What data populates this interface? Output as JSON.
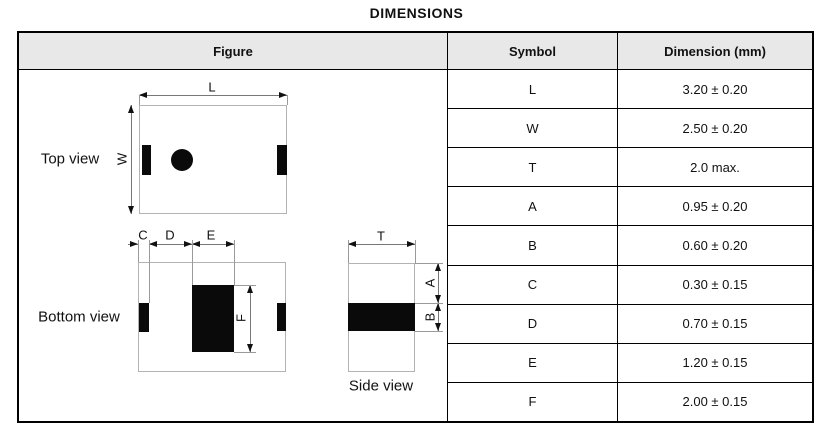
{
  "title": "DIMENSIONS",
  "table": {
    "headers": {
      "figure": "Figure",
      "symbol": "Symbol",
      "dimension": "Dimension (mm)"
    },
    "rows": [
      {
        "symbol": "L",
        "dimension": "3.20 ± 0.20"
      },
      {
        "symbol": "W",
        "dimension": "2.50 ± 0.20"
      },
      {
        "symbol": "T",
        "dimension": "2.0 max."
      },
      {
        "symbol": "A",
        "dimension": "0.95 ± 0.20"
      },
      {
        "symbol": "B",
        "dimension": "0.60 ± 0.20"
      },
      {
        "symbol": "C",
        "dimension": "0.30 ± 0.15"
      },
      {
        "symbol": "D",
        "dimension": "0.70 ± 0.15"
      },
      {
        "symbol": "E",
        "dimension": "1.20 ± 0.15"
      },
      {
        "symbol": "F",
        "dimension": "2.00 ± 0.15"
      }
    ]
  },
  "figure": {
    "top_view": {
      "caption": "Top view",
      "length_label": "L",
      "width_label": "W"
    },
    "bottom_view": {
      "caption": "Bottom view",
      "c_label": "C",
      "d_label": "D",
      "e_label": "E",
      "f_label": "F"
    },
    "side_view": {
      "caption": "Side view",
      "t_label": "T",
      "a_label": "A",
      "b_label": "B"
    }
  },
  "colors": {
    "header_bg": "#e8e8e8",
    "table_border": "#000000",
    "part_outline": "#b3b3b3",
    "part_fill": "#0a0a0a"
  }
}
